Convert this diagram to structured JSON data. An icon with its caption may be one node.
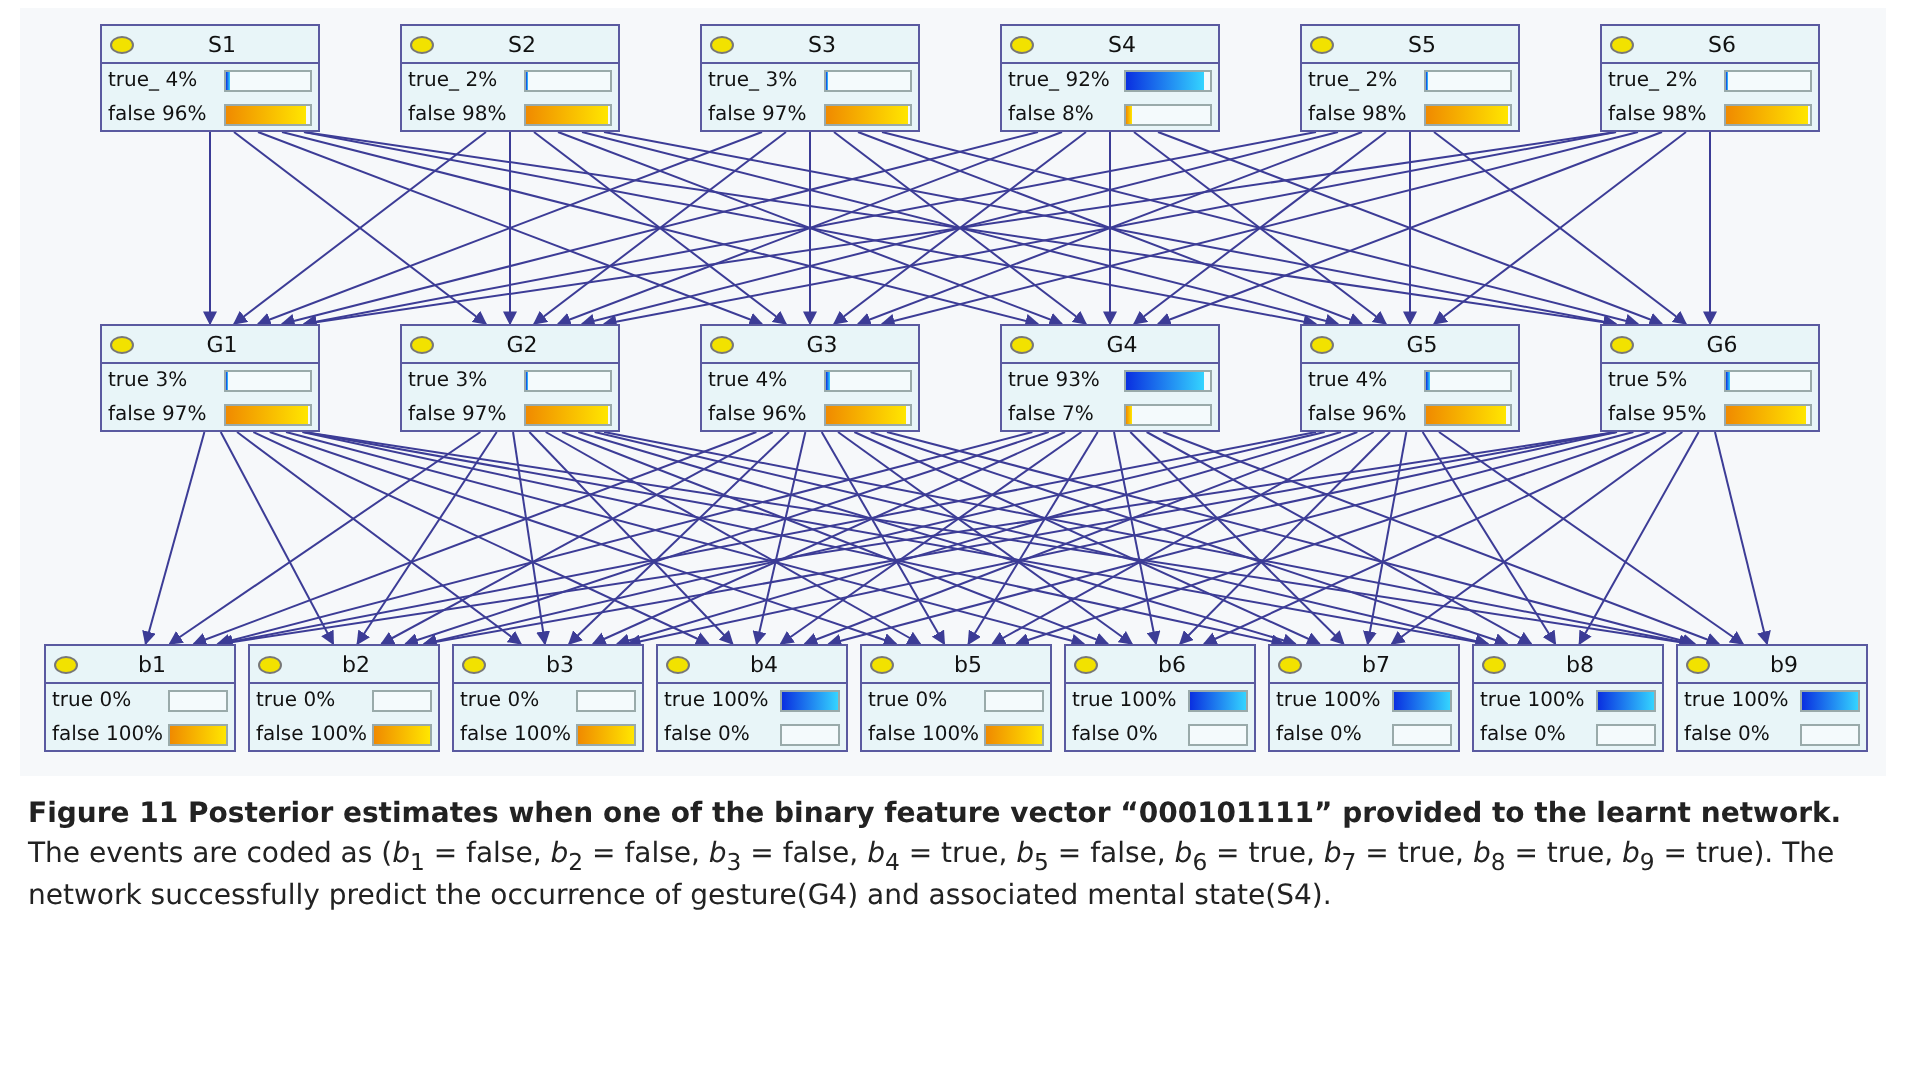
{
  "diagram": {
    "caption": "**Figure 11 Posterior estimates when one of the binary feature vector “000101111” provided to the learnt network.** The events are coded as (*b*$_{1}$ = false, *b*$_{2}$ = false, *b*$_{3}$ = false, *b*$_{4}$ = true, *b*$_{5}$ = false, *b*$_{6}$ = true, *b*$_{7}$ = true, *b*$_{8}$ = true, *b*$_{9}$ = true). The network successfully predict the occurrence of gesture(G4) and associated mental state(S4).",
    "nodes": [
      {
        "text": [
          "S1",
          "true_ 4%",
          "false 96%"
        ]
      },
      {
        "text": [
          "S2",
          "true_ 2%",
          "false 98%"
        ]
      },
      {
        "text": [
          "S3",
          "true_ 3%",
          "false 97%"
        ]
      },
      {
        "text": [
          "S4",
          "true_ 92%",
          "false 8%"
        ]
      },
      {
        "text": [
          "S5",
          "true_ 2%",
          "false 98%"
        ]
      },
      {
        "text": [
          "S6",
          "true_ 2%",
          "false 98%"
        ]
      },
      {
        "text": [
          "G1",
          "true 3%",
          "false 97%"
        ]
      },
      {
        "text": [
          "G2",
          "true 3%",
          "false 97%"
        ]
      },
      {
        "text": [
          "G3",
          "true 4%",
          "false 96%"
        ]
      },
      {
        "text": [
          "G4",
          "true 93%",
          "false 7%"
        ]
      },
      {
        "text": [
          "G5",
          "true 4%",
          "false 96%"
        ]
      },
      {
        "text": [
          "G6",
          "true 5%",
          "false 95%"
        ]
      },
      {
        "text": [
          "b1",
          "true 0%",
          "false 100%"
        ]
      },
      {
        "text": [
          "b2",
          "true 0%",
          "false 100%"
        ]
      },
      {
        "text": [
          "b3",
          "true 0%",
          "false 100%"
        ]
      },
      {
        "text": [
          "b4",
          "true 100%",
          "false 0%"
        ]
      },
      {
        "text": [
          "b5",
          "true 0%",
          "false 100%"
        ]
      },
      {
        "text": [
          "b6",
          "true 100%",
          "false 0%"
        ]
      },
      {
        "text": [
          "b7",
          "true 100%",
          "false 0%"
        ]
      },
      {
        "text": [
          "b8",
          "true 100%",
          "false 0%"
        ]
      },
      {
        "text": [
          "b9",
          "true 100%",
          "false 0%"
        ]
      }
    ],
    "edges": [
      {
        "from": 0,
        "to": 6,
        "arrow": "to"
      },
      {
        "from": 0,
        "to": 7,
        "arrow": "to"
      },
      {
        "from": 0,
        "to": 8,
        "arrow": "to"
      },
      {
        "from": 0,
        "to": 9,
        "arrow": "to"
      },
      {
        "from": 0,
        "to": 10,
        "arrow": "to"
      },
      {
        "from": 0,
        "to": 11,
        "arrow": "to"
      },
      {
        "from": 1,
        "to": 6,
        "arrow": "to"
      },
      {
        "from": 1,
        "to": 7,
        "arrow": "to"
      },
      {
        "from": 1,
        "to": 8,
        "arrow": "to"
      },
      {
        "from": 1,
        "to": 9,
        "arrow": "to"
      },
      {
        "from": 1,
        "to": 10,
        "arrow": "to"
      },
      {
        "from": 1,
        "to": 11,
        "arrow": "to"
      },
      {
        "from": 2,
        "to": 6,
        "arrow": "to"
      },
      {
        "from": 2,
        "to": 7,
        "arrow": "to"
      },
      {
        "from": 2,
        "to": 8,
        "arrow": "to"
      },
      {
        "from": 2,
        "to": 9,
        "arrow": "to"
      },
      {
        "from": 2,
        "to": 10,
        "arrow": "to"
      },
      {
        "from": 2,
        "to": 11,
        "arrow": "to"
      },
      {
        "from": 3,
        "to": 6,
        "arrow": "to"
      },
      {
        "from": 3,
        "to": 7,
        "arrow": "to"
      },
      {
        "from": 3,
        "to": 8,
        "arrow": "to"
      },
      {
        "from": 3,
        "to": 9,
        "arrow": "to"
      },
      {
        "from": 3,
        "to": 10,
        "arrow": "to"
      },
      {
        "from": 3,
        "to": 11,
        "arrow": "to"
      },
      {
        "from": 4,
        "to": 6,
        "arrow": "to"
      },
      {
        "from": 4,
        "to": 7,
        "arrow": "to"
      },
      {
        "from": 4,
        "to": 8,
        "arrow": "to"
      },
      {
        "from": 4,
        "to": 9,
        "arrow": "to"
      },
      {
        "from": 4,
        "to": 10,
        "arrow": "to"
      },
      {
        "from": 4,
        "to": 11,
        "arrow": "to"
      },
      {
        "from": 5,
        "to": 6,
        "arrow": "to"
      },
      {
        "from": 5,
        "to": 7,
        "arrow": "to"
      },
      {
        "from": 5,
        "to": 8,
        "arrow": "to"
      },
      {
        "from": 5,
        "to": 9,
        "arrow": "to"
      },
      {
        "from": 5,
        "to": 10,
        "arrow": "to"
      },
      {
        "from": 5,
        "to": 11,
        "arrow": "to"
      },
      {
        "from": 6,
        "to": 12,
        "arrow": "to"
      },
      {
        "from": 6,
        "to": 13,
        "arrow": "to"
      },
      {
        "from": 6,
        "to": 14,
        "arrow": "to"
      },
      {
        "from": 6,
        "to": 15,
        "arrow": "to"
      },
      {
        "from": 6,
        "to": 16,
        "arrow": "to"
      },
      {
        "from": 6,
        "to": 17,
        "arrow": "to"
      },
      {
        "from": 6,
        "to": 18,
        "arrow": "to"
      },
      {
        "from": 6,
        "to": 19,
        "arrow": "to"
      },
      {
        "from": 6,
        "to": 20,
        "arrow": "to"
      },
      {
        "from": 7,
        "to": 12,
        "arrow": "to"
      },
      {
        "from": 7,
        "to": 13,
        "arrow": "to"
      },
      {
        "from": 7,
        "to": 14,
        "arrow": "to"
      },
      {
        "from": 7,
        "to": 15,
        "arrow": "to"
      },
      {
        "from": 7,
        "to": 16,
        "arrow": "to"
      },
      {
        "from": 7,
        "to": 17,
        "arrow": "to"
      },
      {
        "from": 7,
        "to": 18,
        "arrow": "to"
      },
      {
        "from": 7,
        "to": 19,
        "arrow": "to"
      },
      {
        "from": 7,
        "to": 20,
        "arrow": "to"
      },
      {
        "from": 8,
        "to": 12,
        "arrow": "to"
      },
      {
        "from": 8,
        "to": 13,
        "arrow": "to"
      },
      {
        "from": 8,
        "to": 14,
        "arrow": "to"
      },
      {
        "from": 8,
        "to": 15,
        "arrow": "to"
      },
      {
        "from": 8,
        "to": 16,
        "arrow": "to"
      },
      {
        "from": 8,
        "to": 17,
        "arrow": "to"
      },
      {
        "from": 8,
        "to": 18,
        "arrow": "to"
      },
      {
        "from": 8,
        "to": 19,
        "arrow": "to"
      },
      {
        "from": 8,
        "to": 20,
        "arrow": "to"
      },
      {
        "from": 9,
        "to": 12,
        "arrow": "to"
      },
      {
        "from": 9,
        "to": 13,
        "arrow": "to"
      },
      {
        "from": 9,
        "to": 14,
        "arrow": "to"
      },
      {
        "from": 9,
        "to": 15,
        "arrow": "to"
      },
      {
        "from": 9,
        "to": 16,
        "arrow": "to"
      },
      {
        "from": 9,
        "to": 17,
        "arrow": "to"
      },
      {
        "from": 9,
        "to": 18,
        "arrow": "to"
      },
      {
        "from": 9,
        "to": 19,
        "arrow": "to"
      },
      {
        "from": 9,
        "to": 20,
        "arrow": "to"
      },
      {
        "from": 10,
        "to": 12,
        "arrow": "to"
      },
      {
        "from": 10,
        "to": 13,
        "arrow": "to"
      },
      {
        "from": 10,
        "to": 14,
        "arrow": "to"
      },
      {
        "from": 10,
        "to": 15,
        "arrow": "to"
      },
      {
        "from": 10,
        "to": 16,
        "arrow": "to"
      },
      {
        "from": 10,
        "to": 17,
        "arrow": "to"
      },
      {
        "from": 10,
        "to": 18,
        "arrow": "to"
      },
      {
        "from": 10,
        "to": 19,
        "arrow": "to"
      },
      {
        "from": 10,
        "to": 20,
        "arrow": "to"
      },
      {
        "from": 11,
        "to": 12,
        "arrow": "to"
      },
      {
        "from": 11,
        "to": 13,
        "arrow": "to"
      },
      {
        "from": 11,
        "to": 14,
        "arrow": "to"
      },
      {
        "from": 11,
        "to": 15,
        "arrow": "to"
      },
      {
        "from": 11,
        "to": 16,
        "arrow": "to"
      },
      {
        "from": 11,
        "to": 17,
        "arrow": "to"
      },
      {
        "from": 11,
        "to": 18,
        "arrow": "to"
      },
      {
        "from": 11,
        "to": 19,
        "arrow": "to"
      },
      {
        "from": 11,
        "to": 20,
        "arrow": "to"
      }
    ]
  }
}
